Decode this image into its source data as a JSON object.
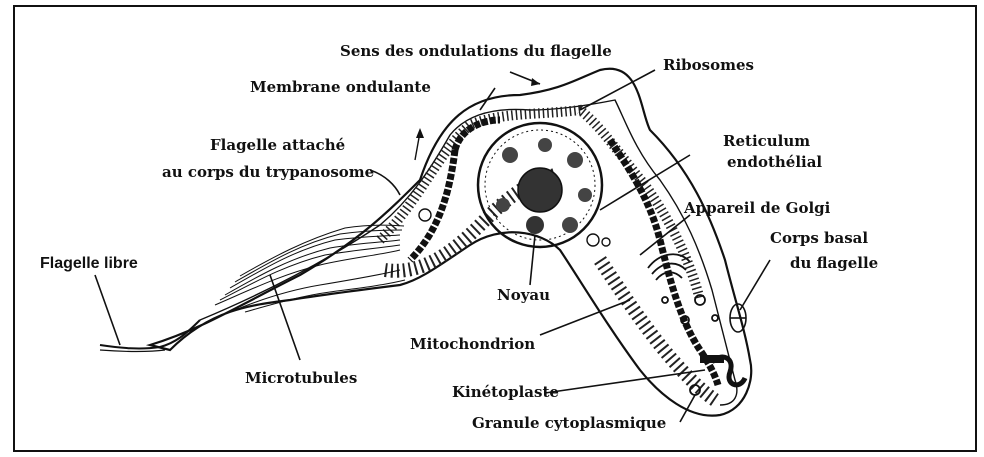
{
  "diagram": {
    "labels": {
      "sens": "Sens des ondulations du flagelle",
      "ribosomes": "Ribosomes",
      "membrane": "Membrane ondulante",
      "flagelle_attache_1": "Flagelle attaché",
      "flagelle_attache_2": "au corps du trypanosome",
      "reticulum_1": "Reticulum",
      "reticulum_2": "endothélial",
      "golgi": "Appareil de Golgi",
      "corps_basal_1": "Corps basal",
      "corps_basal_2": "du flagelle",
      "flagelle_libre": "Flagelle libre",
      "noyau": "Noyau",
      "mitochondrion": "Mitochondrion",
      "microtubules": "Microtubules",
      "kinetoplaste": "Kinétoplaste",
      "granule": "Granule cytoplasmique"
    },
    "colors": {
      "ink": "#111111",
      "background": "#ffffff",
      "stipple": "#222222"
    }
  }
}
